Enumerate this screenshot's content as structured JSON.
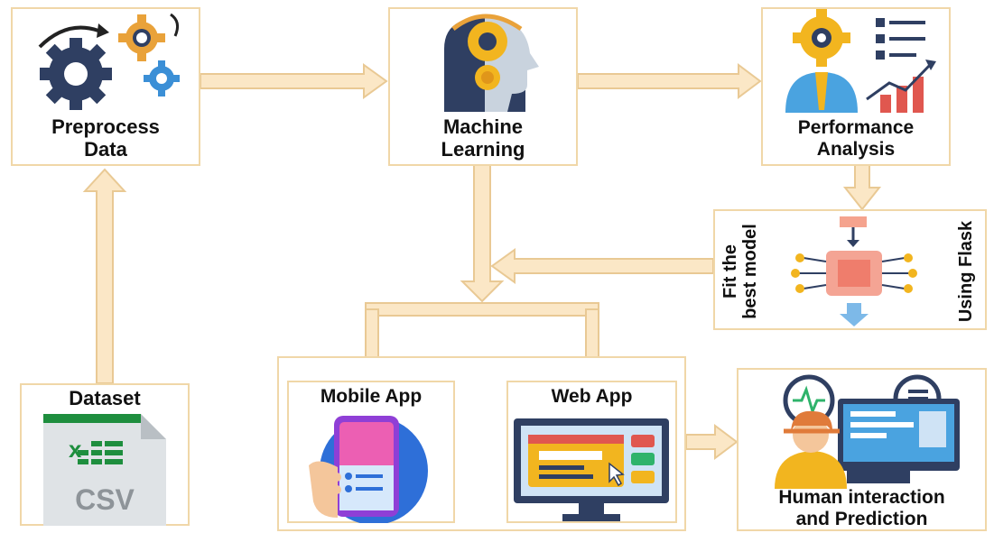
{
  "nodes": {
    "preprocess": {
      "label": "Preprocess\nData"
    },
    "machine_learning": {
      "label": "Machine\nLearning"
    },
    "performance": {
      "label": "Performance\nAnalysis"
    },
    "fit_model": {
      "left_label": "Fit the\nbest model",
      "right_label": "Using Flask"
    },
    "dataset": {
      "label": "Dataset",
      "file_text": "CSV"
    },
    "mobile_app": {
      "label": "Mobile App"
    },
    "web_app": {
      "label": "Web App"
    },
    "human": {
      "label": "Human interaction\nand Prediction"
    }
  },
  "colors": {
    "arrow_fill": "#fbe7c6",
    "arrow_stroke": "#e9c994",
    "box_border": "#f0d7a8"
  },
  "icons": [
    "gears-icon",
    "head-brain-icon",
    "analyst-chart-icon",
    "chip-icon",
    "csv-file-icon",
    "phone-hand-icon",
    "monitor-web-icon",
    "operator-screen-icon"
  ]
}
